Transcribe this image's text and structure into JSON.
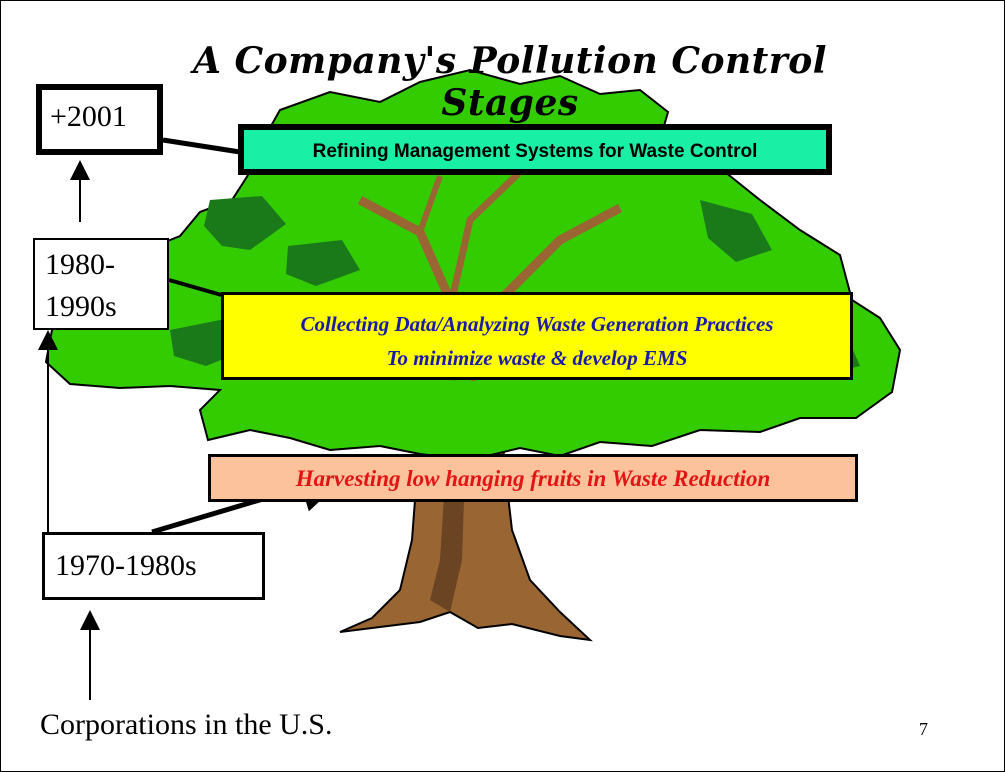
{
  "slide": {
    "title": "A Company's Pollution Control  Stages",
    "page_number": "7"
  },
  "years": {
    "y2001": "+2001",
    "y1980_line1": "1980-",
    "y1980_line2": "1990s",
    "y1970": "1970-1980s"
  },
  "stages": {
    "top": "Refining Management Systems for Waste Control",
    "middle_line1": "Collecting Data/Analyzing Waste Generation Practices",
    "middle_line2": "To minimize waste & develop EMS",
    "low": "Harvesting low hanging fruits in Waste Reduction"
  },
  "footer": {
    "label": "Corporations in the U.S."
  },
  "colors": {
    "foliage": "#33cc00",
    "foliage_dark": "#1a7a1a",
    "trunk": "#996633",
    "top_stage_fill": "#19f0a6",
    "middle_stage_fill": "#ffff00",
    "middle_stage_text": "#1a1aa8",
    "low_stage_fill": "#fbc29c",
    "low_stage_text": "#e21414"
  }
}
